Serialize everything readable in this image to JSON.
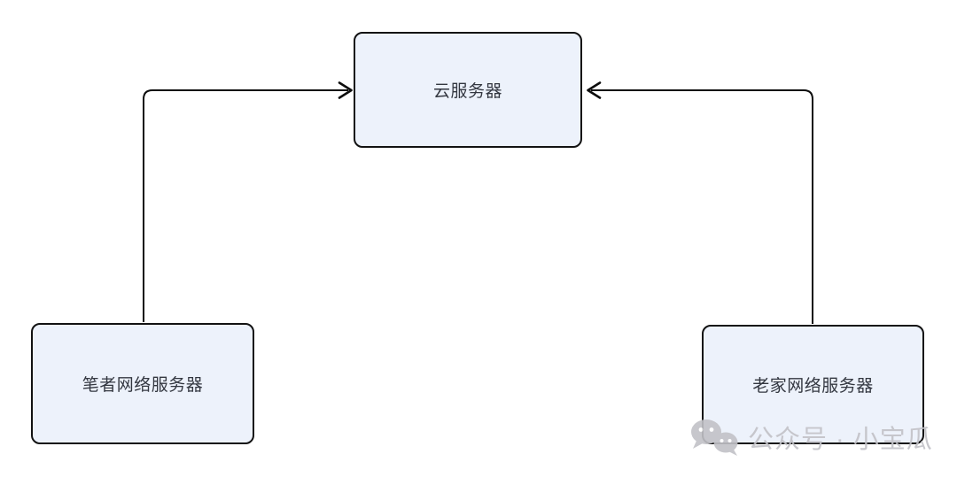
{
  "diagram": {
    "nodes": [
      {
        "id": "cloud-server",
        "label": "云服务器"
      },
      {
        "id": "author-server",
        "label": "笔者网络服务器"
      },
      {
        "id": "hometown-server",
        "label": "老家网络服务器"
      }
    ],
    "edges": [
      {
        "from": "author-server",
        "to": "cloud-server"
      },
      {
        "from": "hometown-server",
        "to": "cloud-server"
      }
    ],
    "colors": {
      "node_fill": "#edf2fb",
      "node_border": "#121212",
      "node_text": "#333740",
      "arrow": "#0d0d0d"
    }
  },
  "watermark": {
    "icon": "wechat-icon",
    "text": "公众号 · 小宝瓜",
    "color": "#c2c2c7"
  }
}
